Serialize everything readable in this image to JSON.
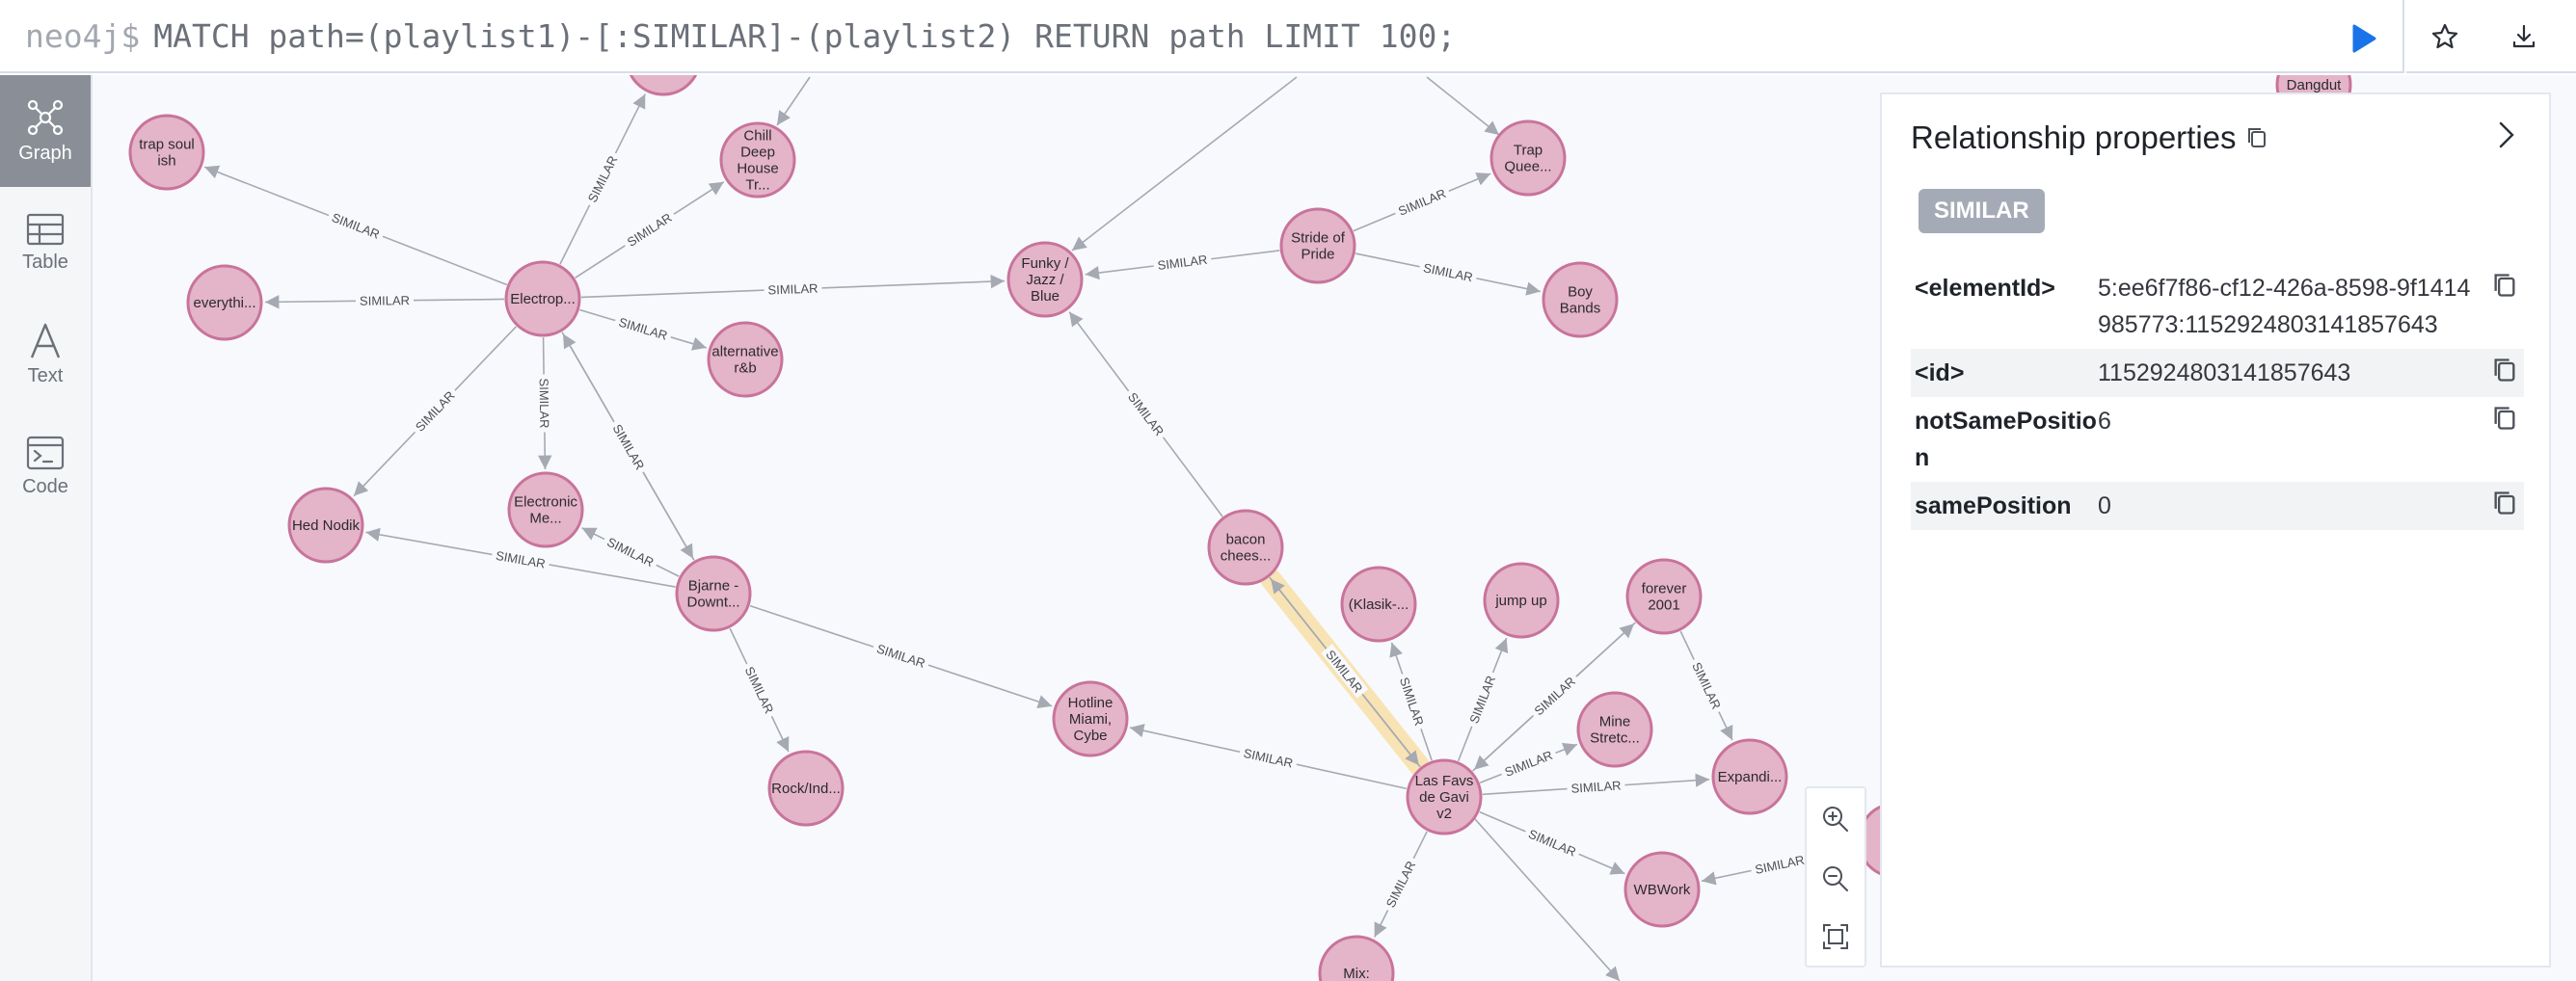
{
  "query": {
    "prompt": "neo4j$",
    "text": "MATCH path=(playlist1)-[:SIMILAR]-(playlist2) RETURN path LIMIT 100;"
  },
  "icons": {
    "run": "play-icon",
    "favorite": "star-icon",
    "download": "download-icon",
    "close": "chevron-right-icon",
    "copy": "copy-icon",
    "zoom_in": "zoom-in-icon",
    "zoom_out": "zoom-out-icon",
    "fit": "fit-to-screen-icon"
  },
  "colors": {
    "node_fill": "#e4b4c8",
    "node_stroke": "#c8739c",
    "edge": "#a5a9b2",
    "highlight": "#f8e3b4",
    "run_button": "#1a73e8",
    "active_tab": "#8a8f97"
  },
  "sidebar": {
    "items": [
      {
        "label": "Graph",
        "icon": "graph-icon",
        "active": true
      },
      {
        "label": "Table",
        "icon": "table-icon",
        "active": false
      },
      {
        "label": "Text",
        "icon": "text-icon",
        "active": false
      },
      {
        "label": "Code",
        "icon": "code-icon",
        "active": false
      }
    ]
  },
  "graph": {
    "relationship_type": "SIMILAR",
    "nodes": [
      {
        "id": "trap",
        "lines": [
          "trap soul",
          "ish"
        ]
      },
      {
        "id": "chill",
        "lines": [
          "Chill",
          "Deep",
          "House",
          "Tr..."
        ]
      },
      {
        "id": "everything",
        "lines": [
          "everythi..."
        ]
      },
      {
        "id": "electro",
        "lines": [
          "Electrop..."
        ]
      },
      {
        "id": "altrnb",
        "lines": [
          "alternative",
          "r&b"
        ]
      },
      {
        "id": "funky",
        "lines": [
          "Funky /",
          "Jazz /",
          "Blue"
        ]
      },
      {
        "id": "stride",
        "lines": [
          "Stride of",
          "Pride"
        ]
      },
      {
        "id": "trapqueen",
        "lines": [
          "Trap",
          "Quee..."
        ]
      },
      {
        "id": "boyband",
        "lines": [
          "Boy",
          "Bands"
        ]
      },
      {
        "id": "hednodik",
        "lines": [
          "Hed Nodik"
        ]
      },
      {
        "id": "electronicme",
        "lines": [
          "Electronic",
          "Me..."
        ]
      },
      {
        "id": "bjarne",
        "lines": [
          "Bjarne -",
          "Downt..."
        ]
      },
      {
        "id": "rockind",
        "lines": [
          "Rock/Ind..."
        ]
      },
      {
        "id": "hotline",
        "lines": [
          "Hotline",
          "Miami,",
          "Cybe"
        ]
      },
      {
        "id": "bacon",
        "lines": [
          "bacon",
          "chees..."
        ]
      },
      {
        "id": "klasik",
        "lines": [
          "(Klasik-..."
        ]
      },
      {
        "id": "jumpup",
        "lines": [
          "jump up"
        ]
      },
      {
        "id": "forever",
        "lines": [
          "forever",
          "2001"
        ]
      },
      {
        "id": "mine",
        "lines": [
          "Mine",
          "Stretc..."
        ]
      },
      {
        "id": "expandi",
        "lines": [
          "Expandi..."
        ]
      },
      {
        "id": "lasfavs",
        "lines": [
          "Las Favs",
          "de Gavi",
          "v2"
        ]
      },
      {
        "id": "wbwork",
        "lines": [
          "WBWork"
        ]
      },
      {
        "id": "mix",
        "lines": [
          "Mix:"
        ]
      },
      {
        "id": "dangdut",
        "lines": [
          "Dangdut"
        ]
      },
      {
        "id": "ish",
        "lines": [
          "ish"
        ]
      },
      {
        "id": "offtop",
        "lines": []
      }
    ]
  },
  "panel": {
    "title": "Relationship properties",
    "badge": "SIMILAR",
    "properties": [
      {
        "key": "<elementId>",
        "value": "5:ee6f7f86-cf12-426a-8598-9f1414985773:1152924803141857643"
      },
      {
        "key": "<id>",
        "value": "1152924803141857643"
      },
      {
        "key": "notSamePosition",
        "value": "6"
      },
      {
        "key": "samePosition",
        "value": "0"
      }
    ]
  }
}
